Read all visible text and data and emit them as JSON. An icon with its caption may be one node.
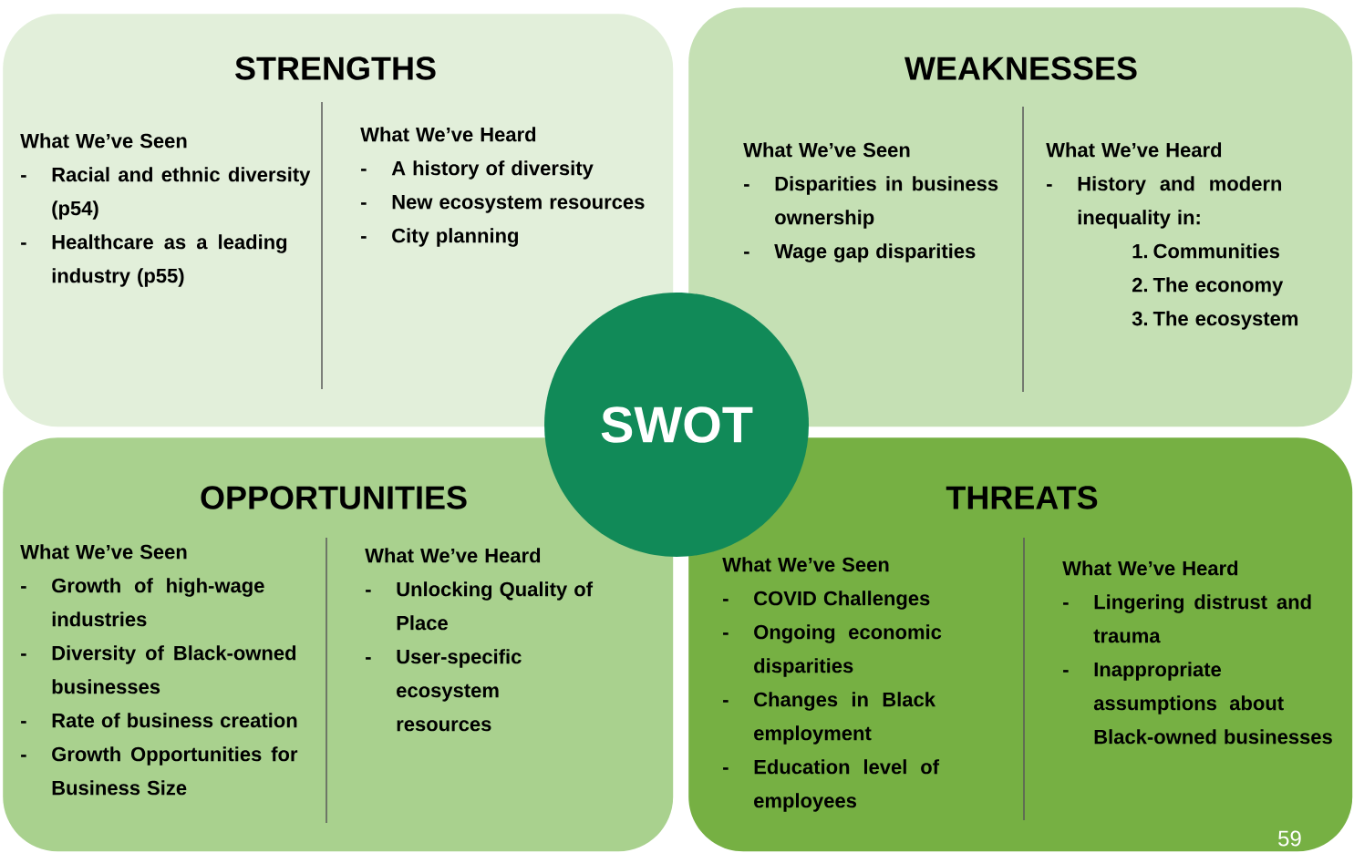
{
  "diagram": {
    "nodes": [
      {
        "text": [
          "STRENGTHS",
          "What We’ve Seen",
          "-",
          "Racial and ethnic diversity (p54)",
          "-",
          "Healthcare as a leading industry (p55)",
          "What We’ve Heard",
          "-",
          "A history of diversity",
          "-",
          "New ecosystem resources",
          "-",
          "City planning"
        ]
      },
      {
        "text": [
          "WEAKNESSES",
          "What We’ve Seen",
          "-",
          "Disparities in business ownership",
          "-",
          "Wage gap disparities",
          "What We’ve Heard",
          "-",
          "History and modern inequality in:",
          "1. Communities",
          "2. The economy",
          "3. The ecosystem"
        ]
      },
      {
        "text": [
          "OPPORTUNITIES",
          "What We’ve Seen",
          "-",
          "Growth of high-wage industries",
          "-",
          "Diversity of Black-owned businesses",
          "-",
          "Rate of business creation",
          "-",
          "Growth Opportunities for Business Size",
          "What We’ve Heard",
          "-",
          "Unlocking Quality of Place",
          "-",
          "User-specific ecosystem resources"
        ]
      },
      {
        "text": [
          "THREATS",
          "What We’ve Seen",
          "-",
          "COVID Challenges",
          "-",
          "Ongoing economic disparities",
          "-",
          "Changes in Black employment",
          "-",
          "Education level of employees",
          "What We’ve Heard",
          "-",
          "Lingering distrust and trauma",
          "-",
          "Inappropriate assumptions about Black-owned businesses"
        ]
      },
      {
        "text": [
          "SWOT"
        ]
      }
    ],
    "edges": [],
    "labels": [
      "59"
    ]
  }
}
